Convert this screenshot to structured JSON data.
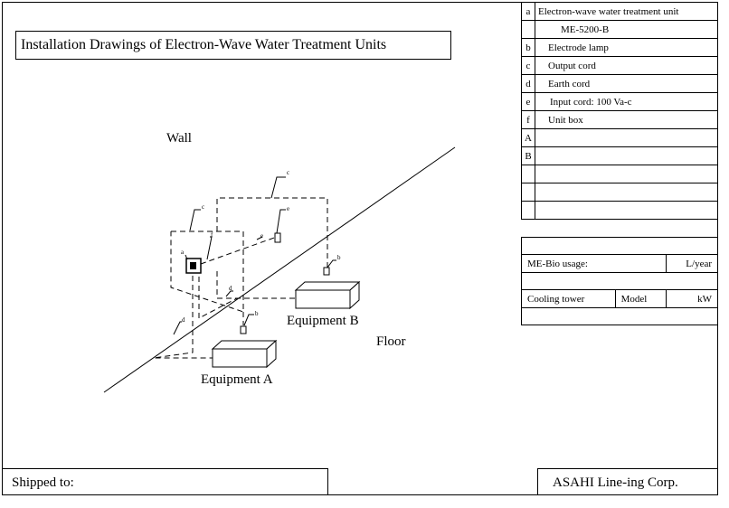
{
  "title": "Installation Drawings of Electron-Wave Water Treatment Units",
  "diagram": {
    "wall_label": "Wall",
    "floor_label": "Floor",
    "equipment_a": "Equipment A",
    "equipment_b": "Equipment B",
    "markers": [
      "a",
      "b",
      "c",
      "d",
      "e",
      "f"
    ]
  },
  "legend": [
    {
      "key": "a",
      "text": "Electron-wave water treatment unit"
    },
    {
      "key": "",
      "text": "ME-5200-B"
    },
    {
      "key": "b",
      "text": "Electrode lamp"
    },
    {
      "key": "c",
      "text": "Output cord"
    },
    {
      "key": "d",
      "text": "Earth cord"
    },
    {
      "key": "e",
      "text": "Input cord: 100 Va-c"
    },
    {
      "key": "f",
      "text": "Unit box"
    },
    {
      "key": "A",
      "text": ""
    },
    {
      "key": "B",
      "text": ""
    },
    {
      "key": "",
      "text": ""
    },
    {
      "key": "",
      "text": ""
    },
    {
      "key": "",
      "text": ""
    }
  ],
  "info": {
    "usage_label": "ME-Bio usage:",
    "usage_unit": "L/year",
    "cooling_label": "Cooling tower",
    "model_label": "Model",
    "kw_label": "kW"
  },
  "footer": {
    "shipped_to": "Shipped to:",
    "company": "ASAHI Line-ing Corp."
  }
}
